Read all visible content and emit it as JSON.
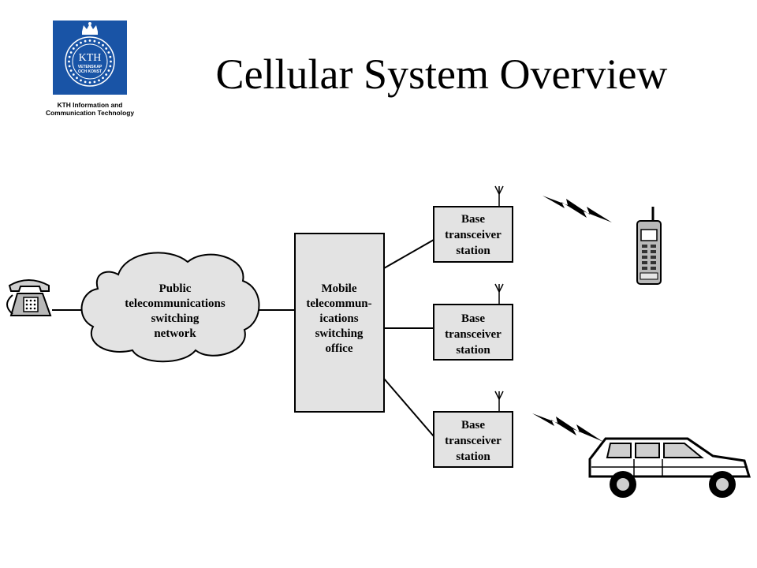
{
  "logo": {
    "badge_text": "KTH",
    "badge_ring_text_line1": "VETENSKAP",
    "badge_ring_text_line2": "OCH KONST",
    "caption_line1": "KTH Information and",
    "caption_line2": "Communication Technology",
    "color": "#1954a6"
  },
  "title": "Cellular System Overview",
  "diagram": {
    "telephone_icon": "telephone-icon",
    "cloud": {
      "lines": [
        "Public",
        "telecommunications",
        "switching",
        "network"
      ],
      "fill": "#e3e3e3"
    },
    "msc": {
      "lines": [
        "Mobile",
        "telecommun-",
        "ications",
        "switching",
        "office"
      ]
    },
    "base_stations": [
      {
        "lines": [
          "Base",
          "transceiver",
          "station"
        ]
      },
      {
        "lines": [
          "Base",
          "transceiver",
          "station"
        ]
      },
      {
        "lines": [
          "Base",
          "transceiver",
          "station"
        ]
      }
    ],
    "mobile_phone_icon": "mobile-phone-icon",
    "car_icon": "car-icon",
    "radio_link_icon": "lightning-bolt-icon"
  }
}
